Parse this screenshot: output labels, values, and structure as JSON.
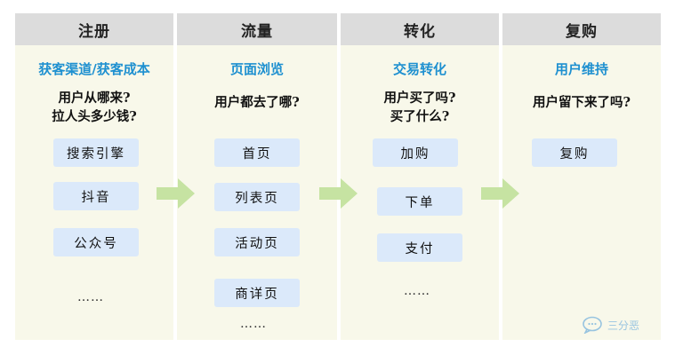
{
  "columns": [
    {
      "header": "注册",
      "subtitle": "获客渠道/获客成本",
      "question_lines": [
        "用户从哪来?",
        "拉人头多少钱?"
      ],
      "items": [
        "搜索引擎",
        "抖音",
        "公众号"
      ],
      "more": "……"
    },
    {
      "header": "流量",
      "subtitle": "页面浏览",
      "question_lines": [
        "用户都去了哪?"
      ],
      "items": [
        "首页",
        "列表页",
        "活动页",
        "商详页"
      ],
      "more": "……"
    },
    {
      "header": "转化",
      "subtitle": "交易转化",
      "question_lines": [
        "用户买了吗?",
        "买了什么?"
      ],
      "items": [
        "加购",
        "下单",
        "支付"
      ],
      "more": "……"
    },
    {
      "header": "复购",
      "subtitle": "用户维持",
      "question_lines": [
        "用户留下来了吗?"
      ],
      "items": [
        "复购"
      ],
      "more": ""
    }
  ],
  "colors": {
    "header_bg": "#dcdcdc",
    "column_bg": "#f8f8ea",
    "subtitle": "#1e90d0",
    "box_bg": "#dbe9fa",
    "arrow": "#c6e3a2"
  },
  "watermark": {
    "text": "三分恶",
    "icon": "chat-bubble-icon"
  }
}
